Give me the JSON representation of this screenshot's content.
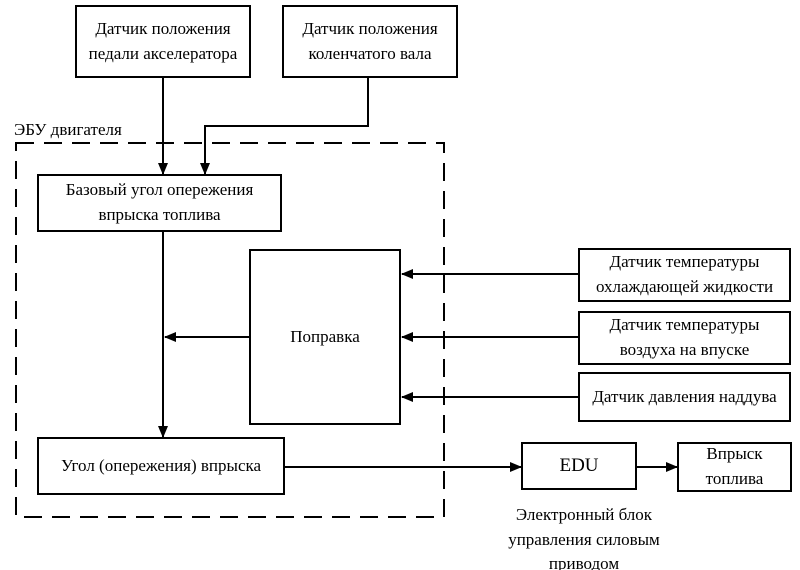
{
  "ecu_label": "ЭБУ двигателя",
  "boxes": {
    "accel_sensor": "Датчик положения\nпедали акселератора",
    "crank_sensor": "Датчик положения\nколенчатого вала",
    "base_angle": "Базовый угол опережения\nвпрыска топлива",
    "correction": "Поправка",
    "coolant_sensor": "Датчик температуры\nохлаждающей жидкости",
    "air_temp_sensor": "Датчик температуры\nвоздуха на впуске",
    "boost_sensor": "Датчик давления наддува",
    "injection_angle": "Угол (опережения) впрыска",
    "edu": "EDU",
    "injection": "Впрыск\nтоплива"
  },
  "edu_caption": "Электронный блок\nуправления силовым\nприводом"
}
